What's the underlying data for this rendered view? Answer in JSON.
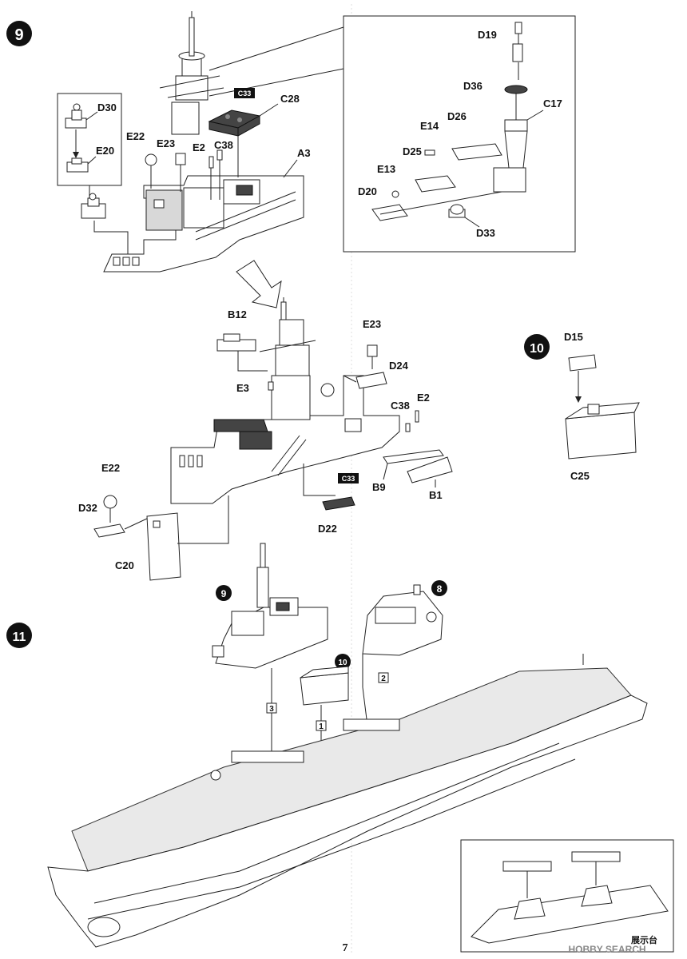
{
  "steps": {
    "step9": "9",
    "step10": "10",
    "step11": "11"
  },
  "step9_labels": {
    "d30": "D30",
    "e20": "E20",
    "e22": "E22",
    "e23": "E23",
    "e2": "E2",
    "c38": "C38",
    "c33": "C33",
    "c28": "C28",
    "a3": "A3"
  },
  "detail_labels": {
    "d19": "D19",
    "d36": "D36",
    "c17": "C17",
    "e14": "E14",
    "d26": "D26",
    "d25": "D25",
    "e13": "E13",
    "d20": "D20",
    "d33": "D33"
  },
  "step9b_labels": {
    "b12": "B12",
    "e23": "E23",
    "d24": "D24",
    "e3": "E3",
    "c38": "C38",
    "e2": "E2",
    "b9": "B9",
    "b1": "B1",
    "c33": "C33",
    "d22": "D22",
    "e22": "E22",
    "d32": "D32",
    "c20": "C20"
  },
  "step10_labels": {
    "d15": "D15",
    "c25": "C25"
  },
  "step11_labels": {
    "ref9": "9",
    "ref8": "8",
    "ref10": "10",
    "box3": "3",
    "box2": "2",
    "box1": "1"
  },
  "stand_caption": "展示台",
  "page_number": "7",
  "watermark": "HOBBY SEARCH"
}
